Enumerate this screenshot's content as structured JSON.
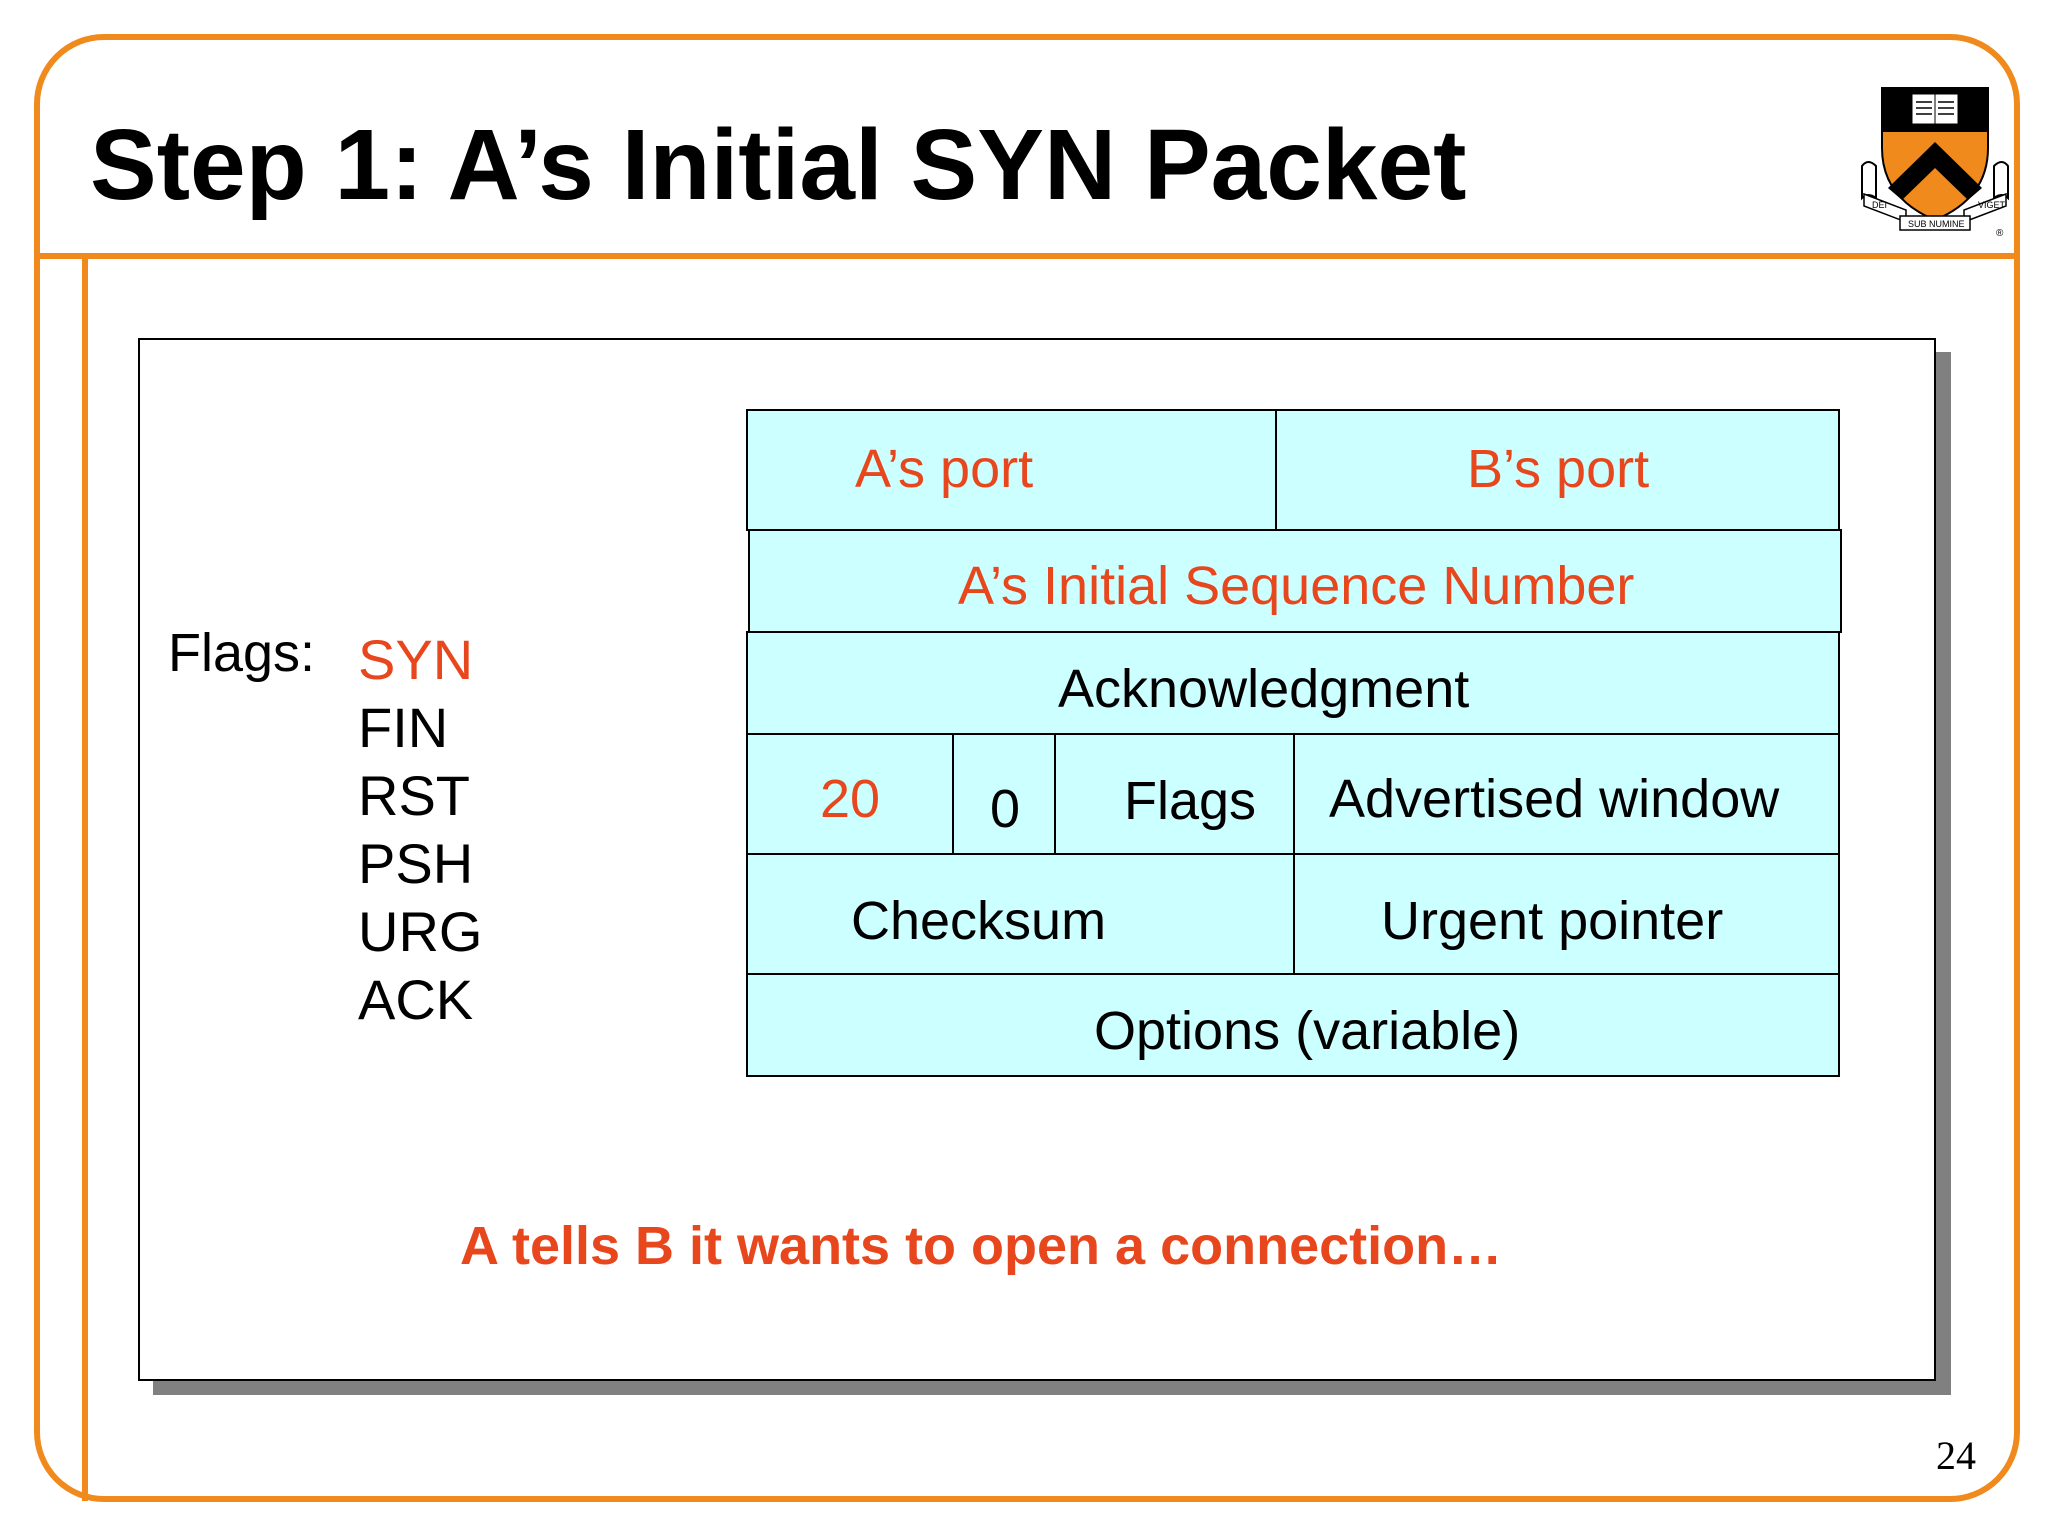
{
  "title": "Step 1: A’s Initial SYN Packet",
  "page_number": "24",
  "colors": {
    "frame": "#f08a1c",
    "highlight": "#e8461c",
    "header_fill": "#ccffff"
  },
  "logo": {
    "icon": "princeton-shield-icon",
    "text_left": "DEI",
    "text_center": "SUB NUMINE",
    "text_right": "VIGET",
    "mark": "®"
  },
  "flags_panel": {
    "label": "Flags:",
    "items": [
      "SYN",
      "FIN",
      "RST",
      "PSH",
      "URG",
      "ACK"
    ],
    "highlighted": "SYN"
  },
  "tcp_header": {
    "row1": {
      "src_port": "A’s port",
      "dst_port": "B’s port"
    },
    "row2": {
      "sequence": "A’s Initial Sequence Number"
    },
    "row3": {
      "ack": "Acknowledgment"
    },
    "row4": {
      "hdr_len": "20",
      "reserved": "0",
      "flags": "Flags",
      "window": "Advertised window"
    },
    "row5": {
      "checksum": "Checksum",
      "urgent": "Urgent pointer"
    },
    "row6": {
      "options": "Options (variable)"
    }
  },
  "caption": "A tells B it wants to open a connection…"
}
